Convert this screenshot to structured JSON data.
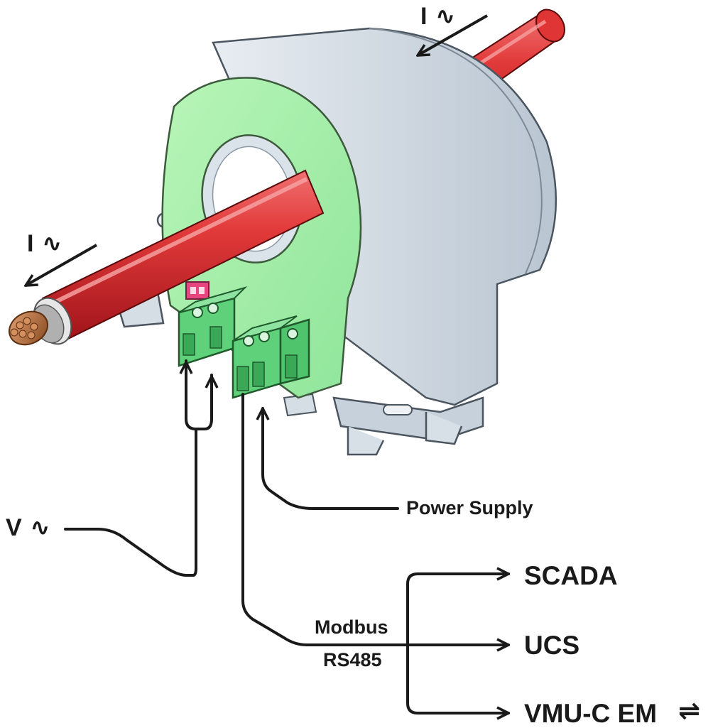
{
  "labels": {
    "current_top": "I ∿",
    "current_left": "I ∿",
    "voltage": "V ∿",
    "power_supply": "Power Supply",
    "bus_line1": "Modbus",
    "bus_line2": "RS485",
    "target_scada": "SCADA",
    "target_ucs": "UCS",
    "target_vmu": "VMU-C EM",
    "bidirectional_symbol": "⇌"
  },
  "colors": {
    "cable_red": "#d8232a",
    "cable_highlight": "#f58b8b",
    "sensor_face_green": "#a8f0a8",
    "housing_grey": "#d4dde6",
    "terminal_green": "#5fd17a",
    "dip_switch_pink": "#e8457f",
    "copper": "#c47a45",
    "line_black": "#1a1a1a"
  }
}
